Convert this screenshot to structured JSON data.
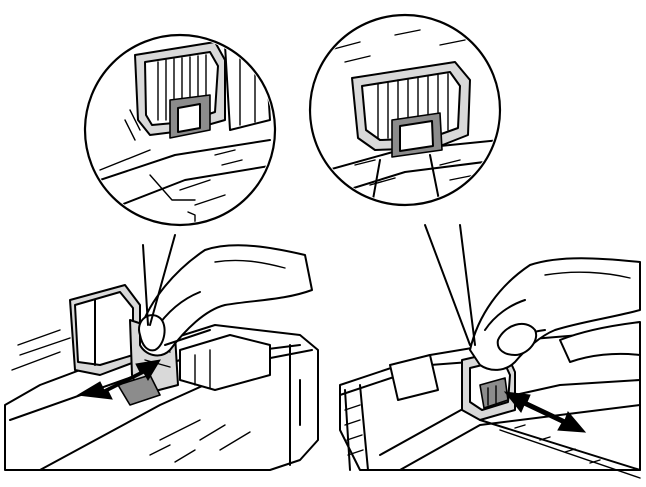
{
  "figure": {
    "panels": [
      {
        "id": "left",
        "subject": "paper-tray",
        "guide": "paper-side-guide",
        "inset": "guide-detail-zoom",
        "arrow": "double-arrow"
      },
      {
        "id": "right",
        "subject": "paper-tray",
        "guide": "paper-side-guide",
        "inset": "guide-detail-zoom",
        "arrow": "double-arrow"
      }
    ],
    "colors": {
      "line": "#000000",
      "background": "#ffffff",
      "shade": "#d9d9d9",
      "dark_shade": "#8c8c8c"
    }
  }
}
